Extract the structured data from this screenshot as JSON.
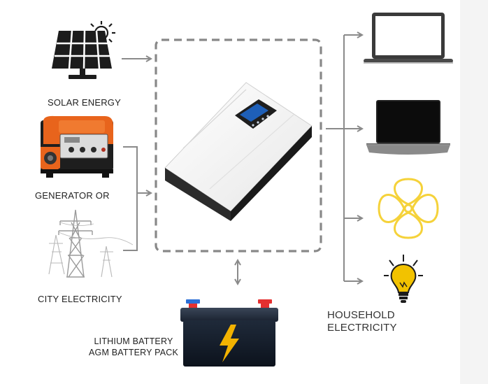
{
  "sources": {
    "solar": {
      "label": "SOLAR ENERGY",
      "icon": "solar-panel-icon"
    },
    "generator": {
      "label": "GENERATOR OR",
      "icon": "generator-icon"
    },
    "city": {
      "label": "CITY ELECTRICITY",
      "icon": "power-tower-icon"
    }
  },
  "battery": {
    "line1": "LITHIUM BATTERY",
    "line2": "AGM BATTERY PACK",
    "icon": "battery-icon"
  },
  "outputs": {
    "line1": "HOUSEHOLD",
    "line2": "ELECTRICITY",
    "devices": [
      "monitor-icon",
      "laptop-icon",
      "fan-icon",
      "light-bulb-icon"
    ]
  },
  "center": {
    "icon": "inverter-icon"
  },
  "colors": {
    "arrow": "#8a8a8a",
    "dashed_border": "#888888",
    "generator": "#e8641c",
    "battery_bolt": "#f2b200",
    "fan": "#f5d23a",
    "bulb": "#f2c200",
    "inverter_screen": "#1e5fb8"
  }
}
